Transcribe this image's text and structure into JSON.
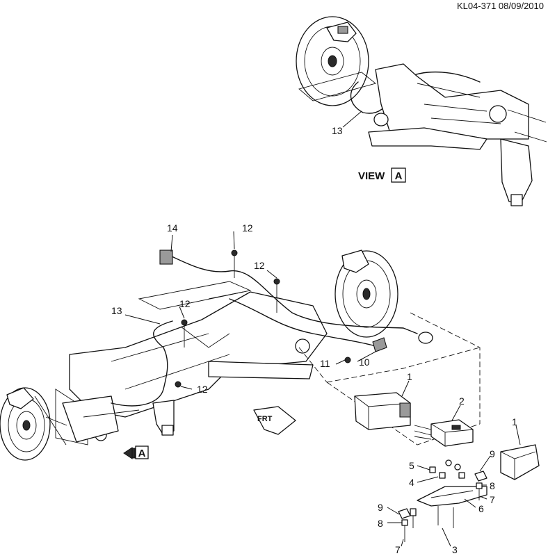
{
  "drawing_id": "KL04-371 08/09/2010",
  "view_label": {
    "word": "VIEW",
    "letter": "A"
  },
  "view_arrow_letter": "A",
  "front_marker": "FRT",
  "callouts": {
    "c1_top": "1",
    "c1_right": "1",
    "c2": "2",
    "c3": "3",
    "c4": "4",
    "c5": "5",
    "c6": "6",
    "c7_right": "7",
    "c7_bottom": "7",
    "c8_right": "8",
    "c8_left": "8",
    "c9_right": "9",
    "c9_left": "9",
    "c10": "10",
    "c11": "11",
    "c12_top": "12",
    "c12_mid": "12",
    "c12_left": "12",
    "c12_bottom": "12",
    "c13_view": "13",
    "c13_main": "13",
    "c14": "14"
  }
}
